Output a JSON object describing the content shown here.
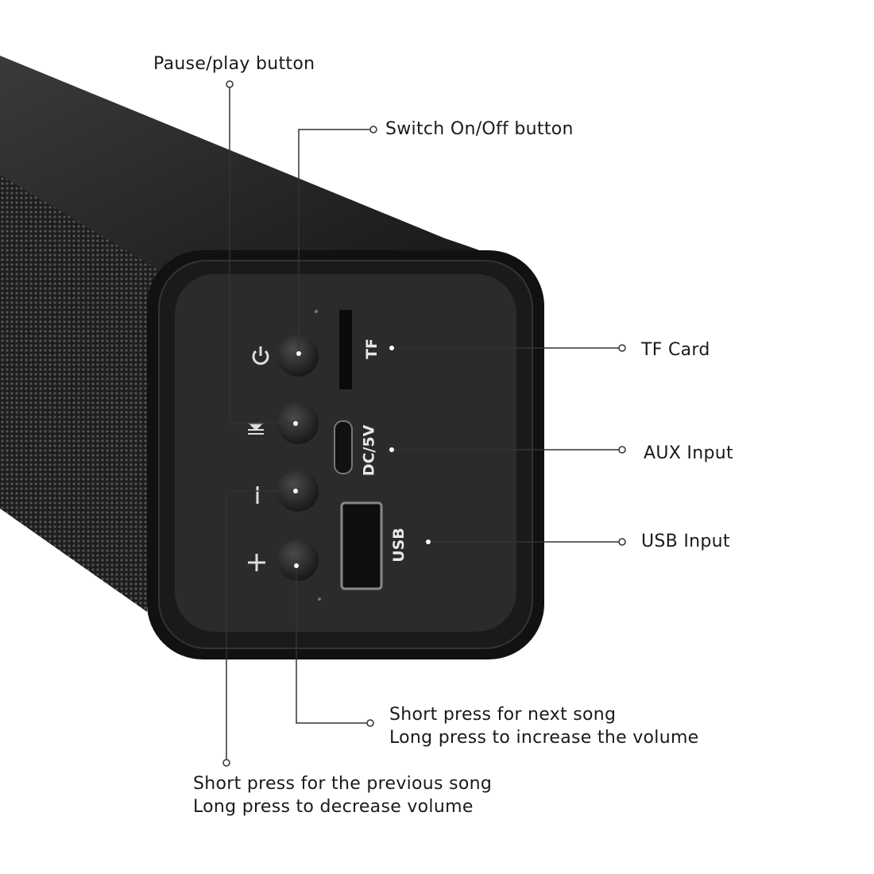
{
  "callouts": {
    "pause_play": "Pause/play button",
    "power": "Switch On/Off button",
    "tf_card": "TF Card",
    "aux": "AUX Input",
    "usb": "USB Input",
    "next_line1": "Short press for next song",
    "next_line2": "Long press to increase the volume",
    "prev_line1": "Short press for the previous song",
    "prev_line2": "Long press to decrease volume"
  },
  "device_labels": {
    "tf": "TF",
    "dc": "DC/5V",
    "usb": "USB"
  },
  "colors": {
    "body": "#1b1b1b",
    "cap": "#2a2a2a",
    "line": "#333333"
  }
}
